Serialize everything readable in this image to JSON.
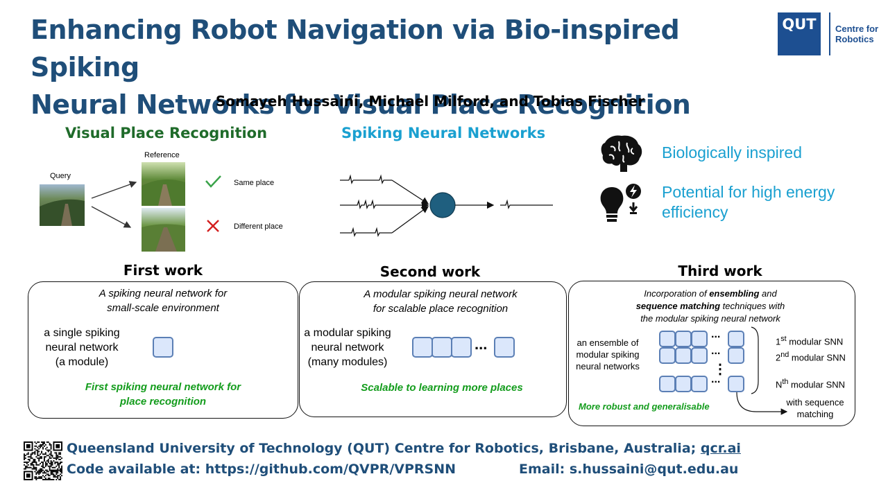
{
  "title": {
    "line1": "Enhancing Robot Navigation via Bio-inspired Spiking",
    "line2": "Neural Networks for Visual Place Recognition"
  },
  "logo": {
    "mark": "QUT",
    "line1": "Centre for",
    "line2": "Robotics"
  },
  "authors": "Somayeh Hussaini, Michael Milford, and Tobias Fischer",
  "vpr": {
    "heading": "Visual Place Recognition",
    "query_label": "Query",
    "reference_label": "Reference",
    "same_label": "Same place",
    "different_label": "Different place",
    "colors": {
      "check": "#3aa34a",
      "cross": "#d42020"
    }
  },
  "snn": {
    "heading": "Spiking Neural Networks",
    "neuron_color": "#1f5f7f"
  },
  "features": {
    "item1": "Biologically inspired",
    "item2_line1": "Potential for high energy",
    "item2_line2": "efficiency",
    "icons": [
      "brain-icon",
      "lightbulb-energy-icon"
    ]
  },
  "first_work": {
    "heading": "First work",
    "desc_line1": "A spiking neural network for",
    "desc_line2": "small-scale environment",
    "body_line1": "a single spiking",
    "body_line2": "neural network",
    "body_line3": "(a module)",
    "result_line1": "First spiking neural network for",
    "result_line2": "place recognition"
  },
  "second_work": {
    "heading": "Second work",
    "desc_line1": "A modular spiking neural network",
    "desc_line2": "for scalable place recognition",
    "body_line1": "a modular spiking",
    "body_line2": "neural network",
    "body_line3": "(many modules)",
    "ellipsis": "...",
    "result": "Scalable to learning more places"
  },
  "third_work": {
    "heading": "Third work",
    "desc_line1_pre": "Incorporation of ",
    "desc_line1_bold": "ensembling",
    "desc_line1_post": " and",
    "desc_line2_bold": "sequence matching",
    "desc_line2_post": " techniques with",
    "desc_line3": "the modular spiking neural network",
    "body_line1": "an ensemble of",
    "body_line2": "modular spiking",
    "body_line3": "neural networks",
    "snn1_sup": "st",
    "snn2_sup": "nd",
    "snnN_base": "N",
    "snnN_sup": "th",
    "snn1_num": "1",
    "snn2_num": "2",
    "snn_label": " modular SNN",
    "ellipsis": "...",
    "vdots": "⋮",
    "result": "More robust and generalisable",
    "seq_line1": "with sequence",
    "seq_line2": "matching"
  },
  "footer": {
    "line1": "Queensland University of Technology (QUT) Centre for Robotics, Brisbane, Australia; ",
    "link": "qcr.ai",
    "code": "Code available at: https://github.com/QVPR/VPRSNN",
    "email": "Email: s.hussaini@qut.edu.au"
  },
  "colors": {
    "title": "#1f4e79",
    "accent_blue": "#1aa0d0",
    "accent_green": "#139c1c",
    "vpr_green": "#1f6b2a"
  }
}
